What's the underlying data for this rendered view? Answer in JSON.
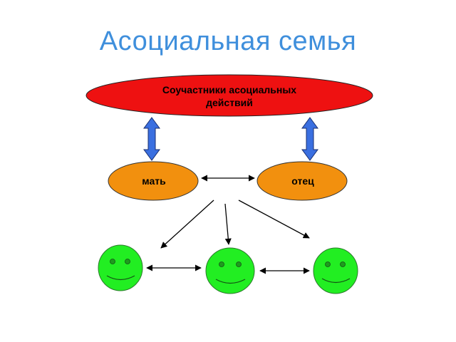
{
  "title": "Асоциальная семья",
  "top_node": {
    "line1": "Соучастники асоциальных",
    "line2": "действий"
  },
  "mother": {
    "label": "мать"
  },
  "father": {
    "label": "отец"
  },
  "children_count": 3,
  "colors": {
    "title": "#3f8fdc",
    "top_node_fill": "#ee1111",
    "parent_fill": "#f2900e",
    "child_fill": "#22ee22",
    "link_arrow_fill": "#3a6fe0",
    "arrow_stroke": "#000000"
  }
}
